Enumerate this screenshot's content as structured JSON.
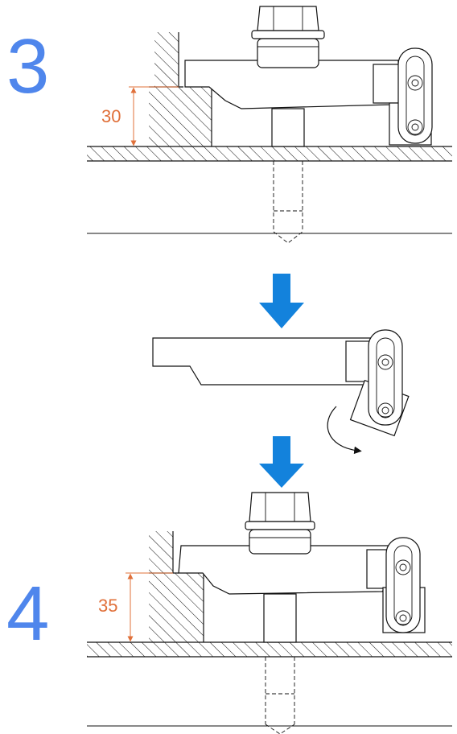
{
  "steps": {
    "top": {
      "number": "3",
      "dimension": "30"
    },
    "bottom": {
      "number": "4",
      "dimension": "35"
    }
  },
  "colors": {
    "step_number": "#4f86ec",
    "dimension": "#e0703a",
    "arrow": "#1382dc",
    "line": "#111111"
  },
  "icons": {
    "flow_arrow": "arrow-down-icon",
    "rotate_arrow": "rotate-arrow-icon"
  }
}
